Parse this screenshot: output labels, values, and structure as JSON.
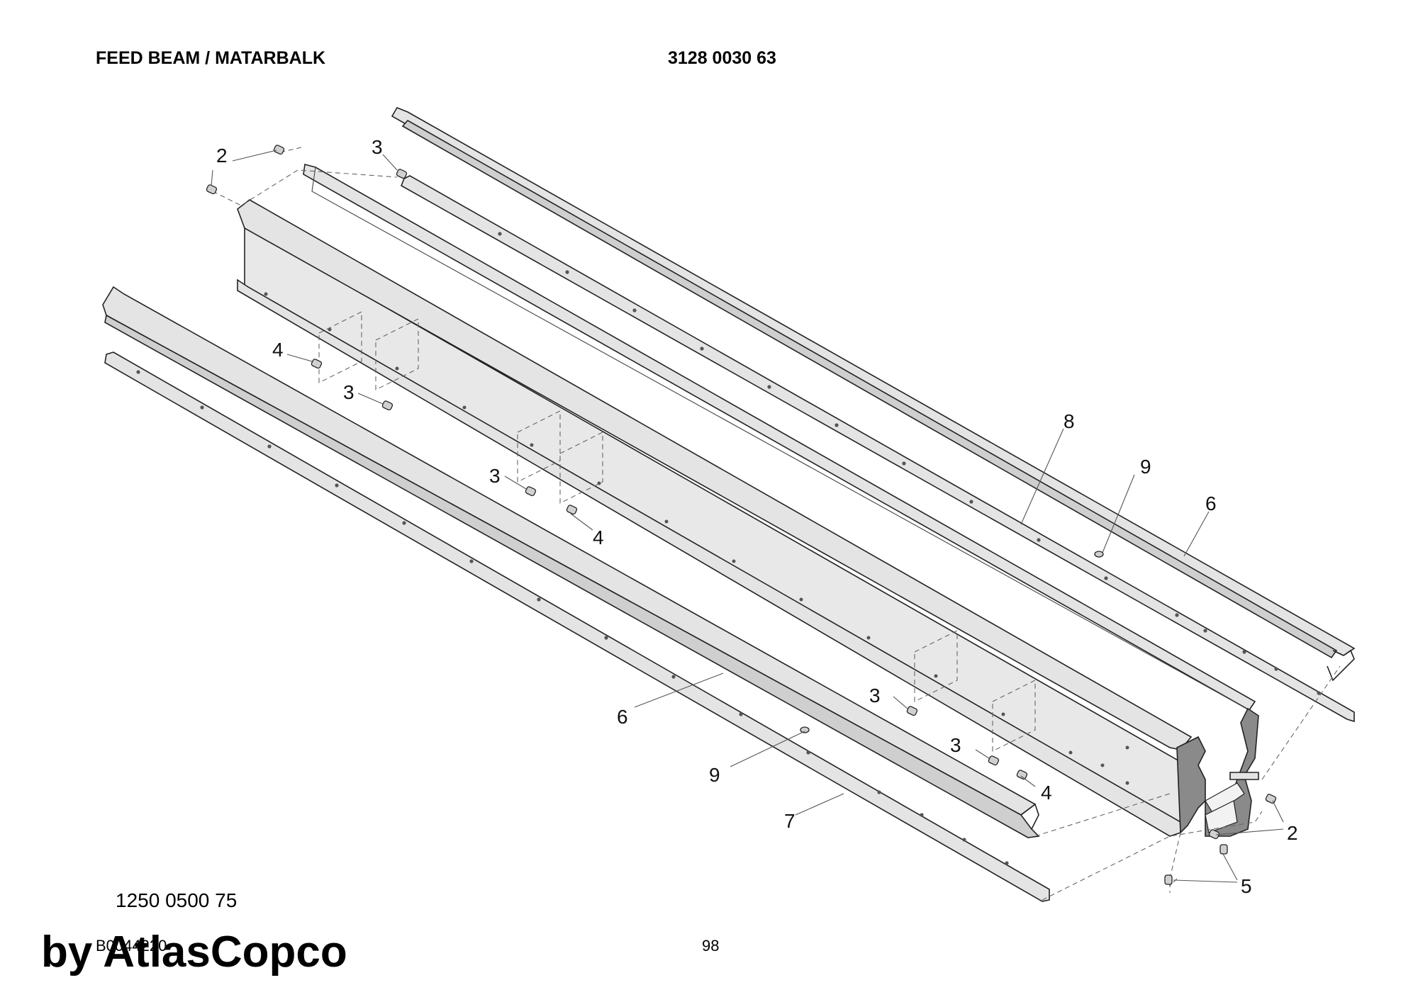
{
  "header": {
    "title": "FEED BEAM / MATARBALK",
    "document_number": "3128 0030 63"
  },
  "callouts": {
    "c2_top": "2",
    "c3_top": "3",
    "c4_a": "4",
    "c3_a": "3",
    "c3_b": "3",
    "c4_b": "4",
    "c8": "8",
    "c9_right": "9",
    "c6_right": "6",
    "c6_left": "6",
    "c9_left": "9",
    "c7": "7",
    "c3_c": "3",
    "c3_d": "3",
    "c4_c": "4",
    "c2_bottom": "2",
    "c5": "5"
  },
  "footer": {
    "part_number": "1250 0500 75",
    "drawing_ref": "B0044220",
    "page": "98",
    "watermark": "by AtlasCopco"
  }
}
